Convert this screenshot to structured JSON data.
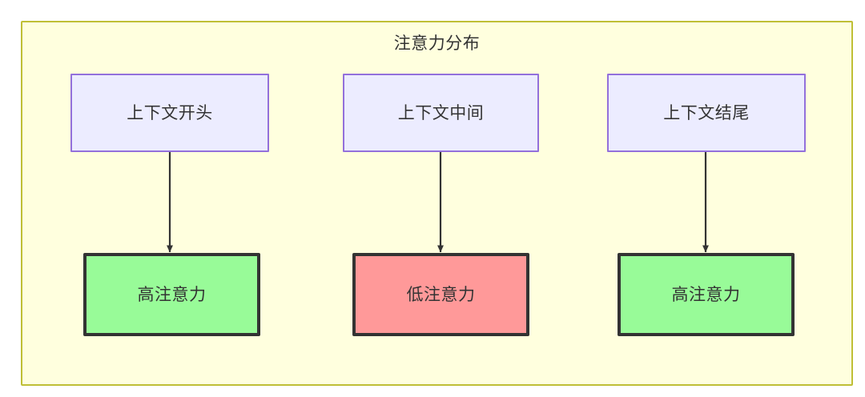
{
  "diagram": {
    "title": "注意力分布",
    "background_color": "#ffffde",
    "border_color": "#bfbf36",
    "nodes": {
      "context_start": {
        "label": "上下文开头",
        "fill": "#ececff",
        "stroke": "#9370db"
      },
      "context_middle": {
        "label": "上下文中间",
        "fill": "#ececff",
        "stroke": "#9370db"
      },
      "context_end": {
        "label": "上下文结尾",
        "fill": "#ececff",
        "stroke": "#9370db"
      },
      "attention_start": {
        "label": "高注意力",
        "fill": "#98fb98",
        "stroke": "#333333"
      },
      "attention_middle": {
        "label": "低注意力",
        "fill": "#ff9999",
        "stroke": "#333333"
      },
      "attention_end": {
        "label": "高注意力",
        "fill": "#98fb98",
        "stroke": "#333333"
      }
    },
    "edges": [
      {
        "from": "context_start",
        "to": "attention_start",
        "label": ""
      },
      {
        "from": "context_middle",
        "to": "attention_middle",
        "label": ""
      },
      {
        "from": "context_end",
        "to": "attention_end",
        "label": ""
      }
    ],
    "edge_color": "#333333"
  }
}
